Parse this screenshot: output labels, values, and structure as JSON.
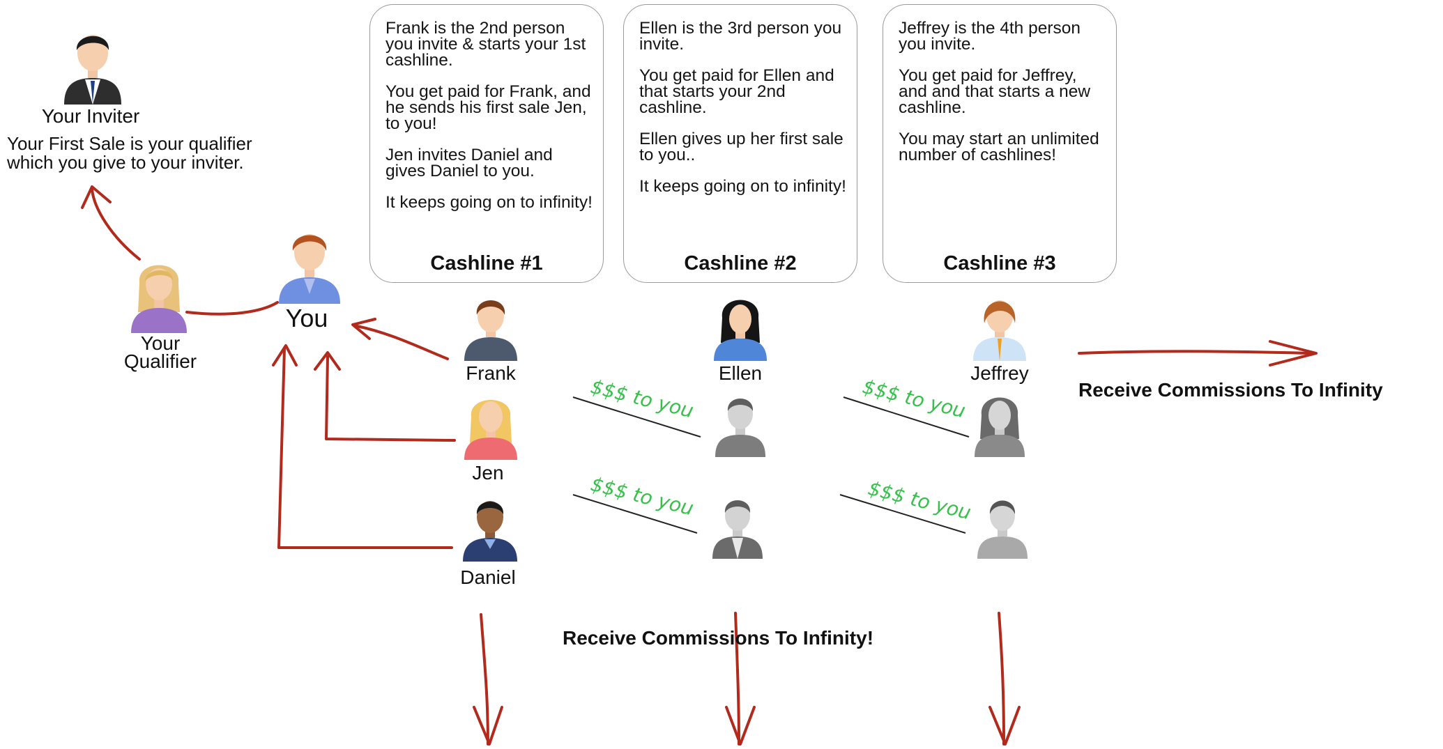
{
  "people": {
    "inviter": "Your Inviter",
    "qualifier": "Your\nQualifier",
    "you": "You",
    "frank": "Frank",
    "jen": "Jen",
    "daniel": "Daniel",
    "ellen": "Ellen",
    "jeffrey": "Jeffrey"
  },
  "note": "Your First Sale is your qualifier\nwhich you give to your inviter.",
  "cards": [
    {
      "title": "Cashline #1",
      "paragraphs": [
        "Frank is the 2nd person you invite & starts your 1st cashline.",
        "You get paid for Frank, and he sends his first sale Jen, to you!",
        "Jen invites Daniel and gives Daniel to you.",
        "It keeps going on to infinity!"
      ]
    },
    {
      "title": "Cashline #2",
      "paragraphs": [
        "Ellen is the 3rd person you invite.",
        "You get paid for Ellen and that starts your 2nd cashline.",
        "Ellen gives up her first sale to you..",
        "It keeps going on to infinity!"
      ]
    },
    {
      "title": "Cashline #3",
      "paragraphs": [
        "Jeffrey is the 4th person you invite.",
        "You get paid for Jeffrey, and and that starts a new cashline.",
        "You may start an unlimited number of cashlines!"
      ]
    }
  ],
  "money_label": "$$$ to you",
  "commission_right": "Receive Commissions To Infinity",
  "commission_bottom": "Receive Commissions To Infinity!",
  "colors": {
    "arrow": "#b22a1c",
    "money": "#36c24a",
    "card_border": "#9a9a9a"
  }
}
